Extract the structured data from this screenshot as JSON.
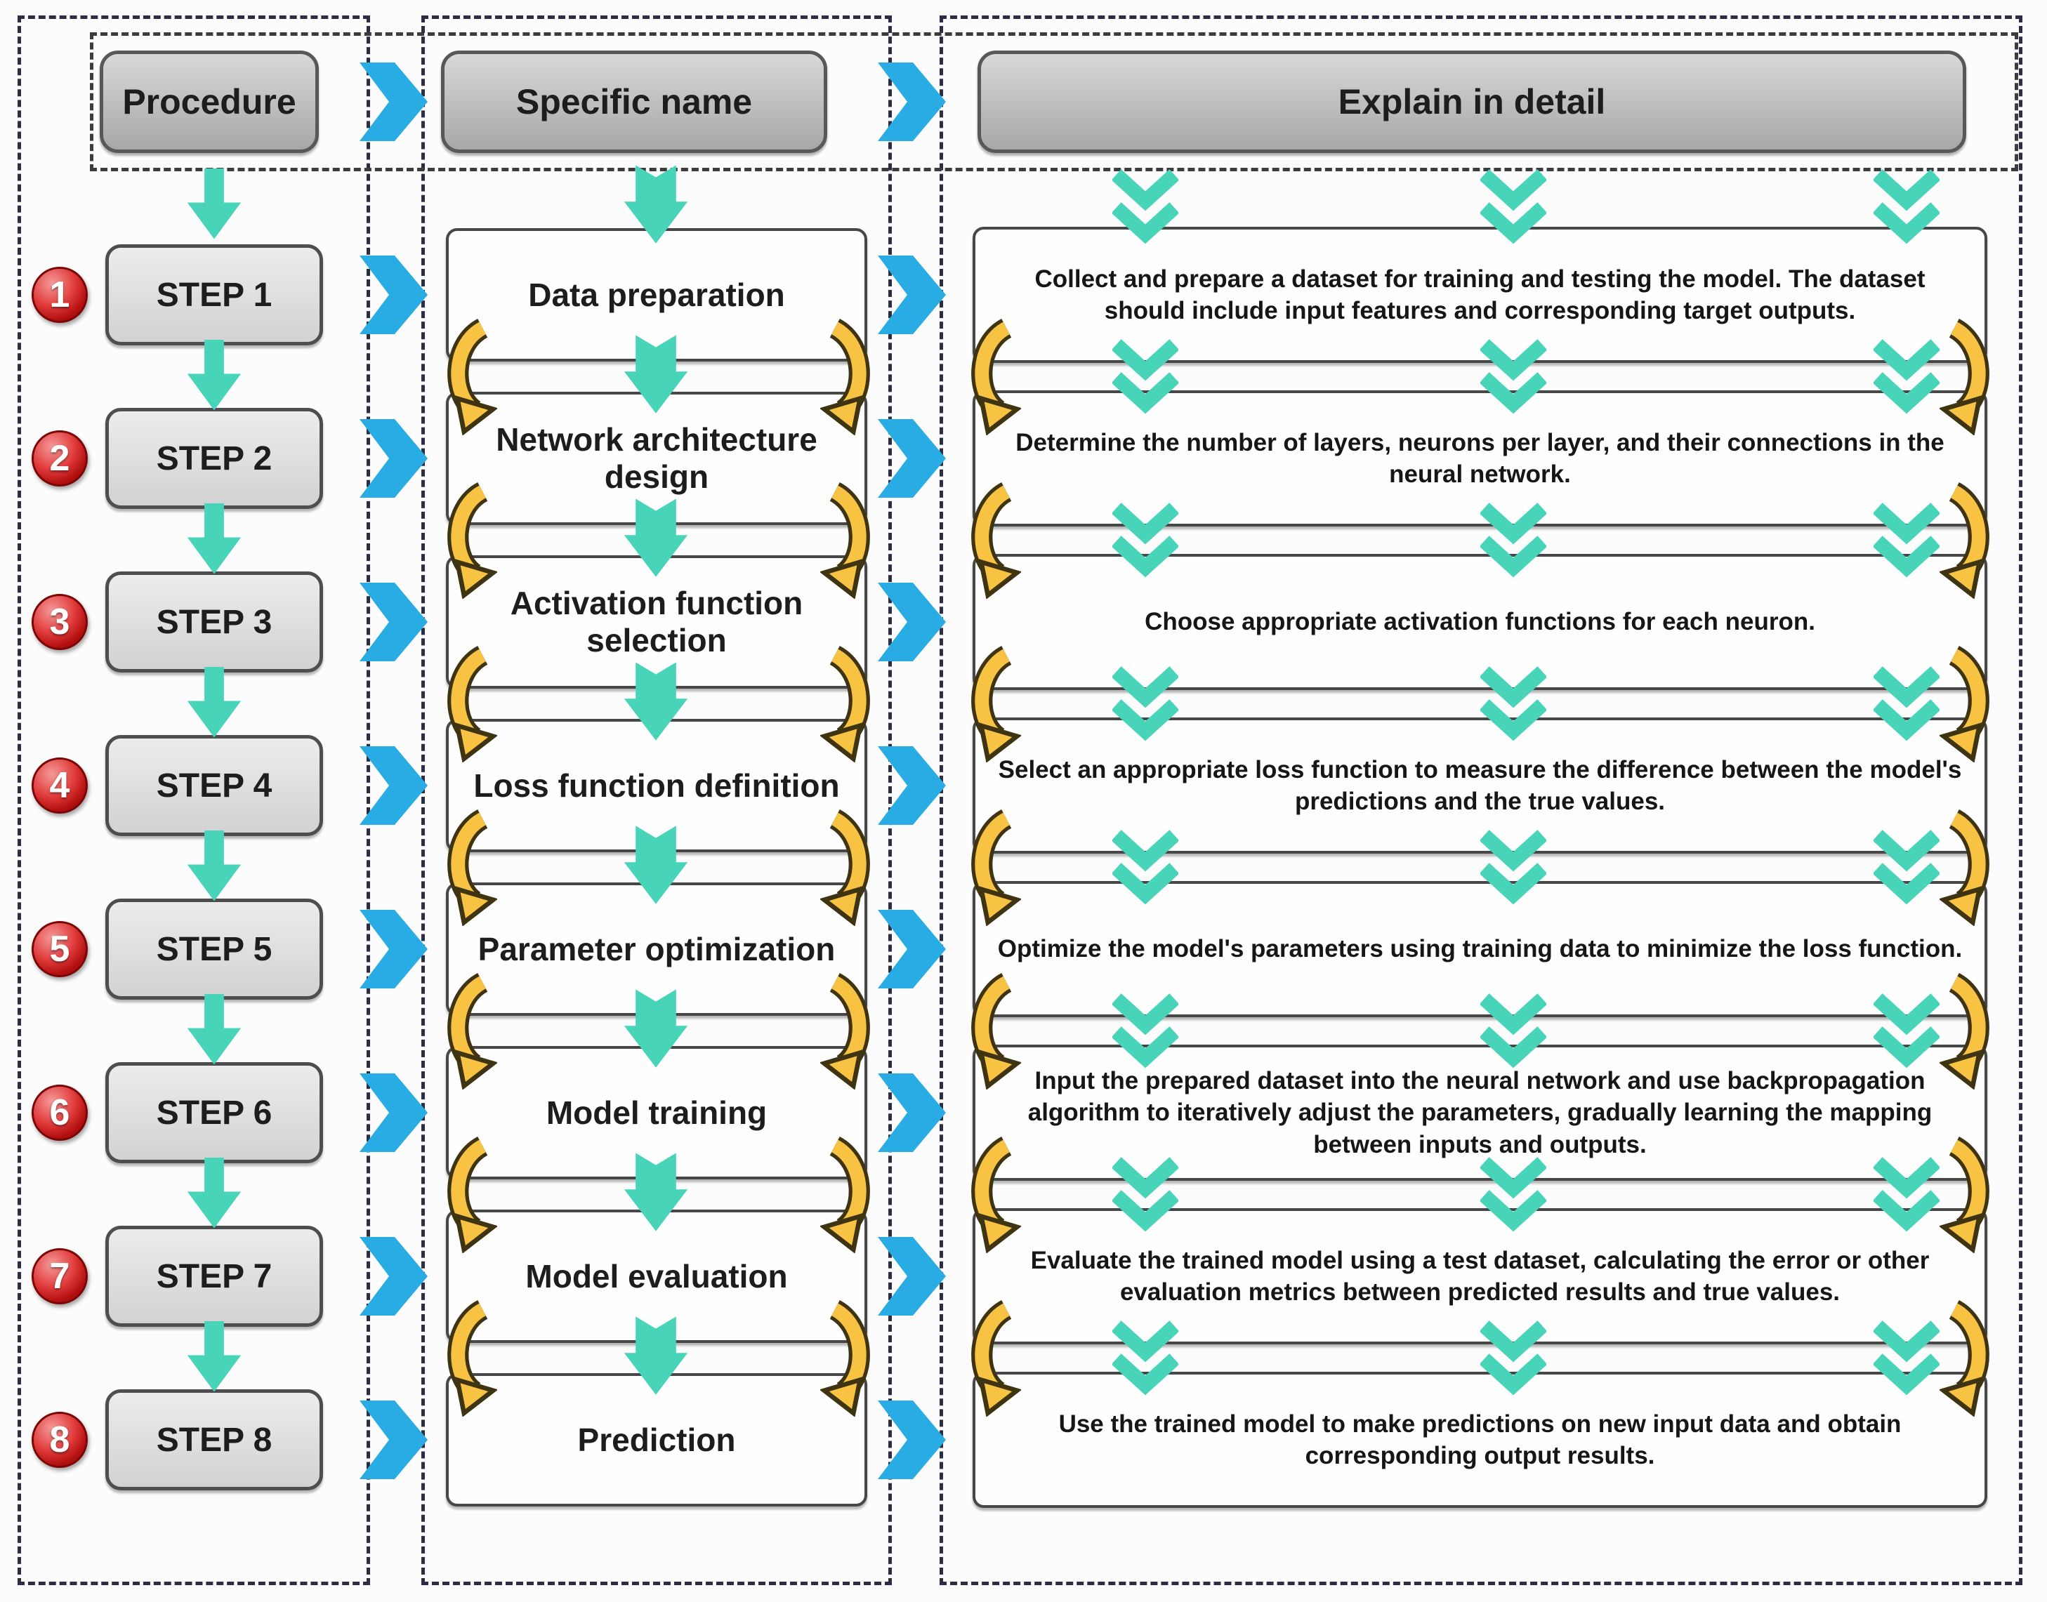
{
  "header": {
    "procedure": "Procedure",
    "specific_name": "Specific name",
    "explain": "Explain in detail"
  },
  "steps": [
    {
      "number": "1",
      "label": "STEP 1",
      "name": "Data preparation",
      "detail": "Collect and prepare a dataset for training and testing the model. The dataset should include input features and corresponding target outputs."
    },
    {
      "number": "2",
      "label": "STEP 2",
      "name": "Network architecture design",
      "detail": "Determine the number of layers, neurons per layer, and their connections in the neural network."
    },
    {
      "number": "3",
      "label": "STEP 3",
      "name": "Activation function selection",
      "detail": "Choose appropriate activation functions for each neuron."
    },
    {
      "number": "4",
      "label": "STEP 4",
      "name": "Loss function definition",
      "detail": "Select an appropriate loss function to measure the difference between the model's predictions and the true values."
    },
    {
      "number": "5",
      "label": "STEP 5",
      "name": "Parameter optimization",
      "detail": "Optimize the model's parameters using training data to minimize the loss function."
    },
    {
      "number": "6",
      "label": "STEP 6",
      "name": "Model training",
      "detail": "Input the prepared dataset into the neural network and use backpropagation algorithm to iteratively adjust the parameters, gradually learning the mapping between inputs and outputs."
    },
    {
      "number": "7",
      "label": "STEP 7",
      "name": "Model evaluation",
      "detail": "Evaluate the trained model using a test dataset, calculating the error or other evaluation metrics between predicted results and true values."
    },
    {
      "number": "8",
      "label": "STEP 8",
      "name": "Prediction",
      "detail": "Use the trained model to make predictions on new input data and obtain corresponding output results."
    }
  ],
  "colors": {
    "teal_arrow": "#47d4b8",
    "blue_chevron": "#28ace3",
    "yellow_loop": "#f8c242",
    "red_badge": "#b31010",
    "box_border": "#474747",
    "panel_border": "#2c2c44",
    "header_fill": "#b9b9b9",
    "step_fill": "#dedede"
  },
  "icons": {
    "down_arrow": "▼",
    "double_chevron_down": "»",
    "right_chevron": "›",
    "loop_arrow": "↻"
  }
}
